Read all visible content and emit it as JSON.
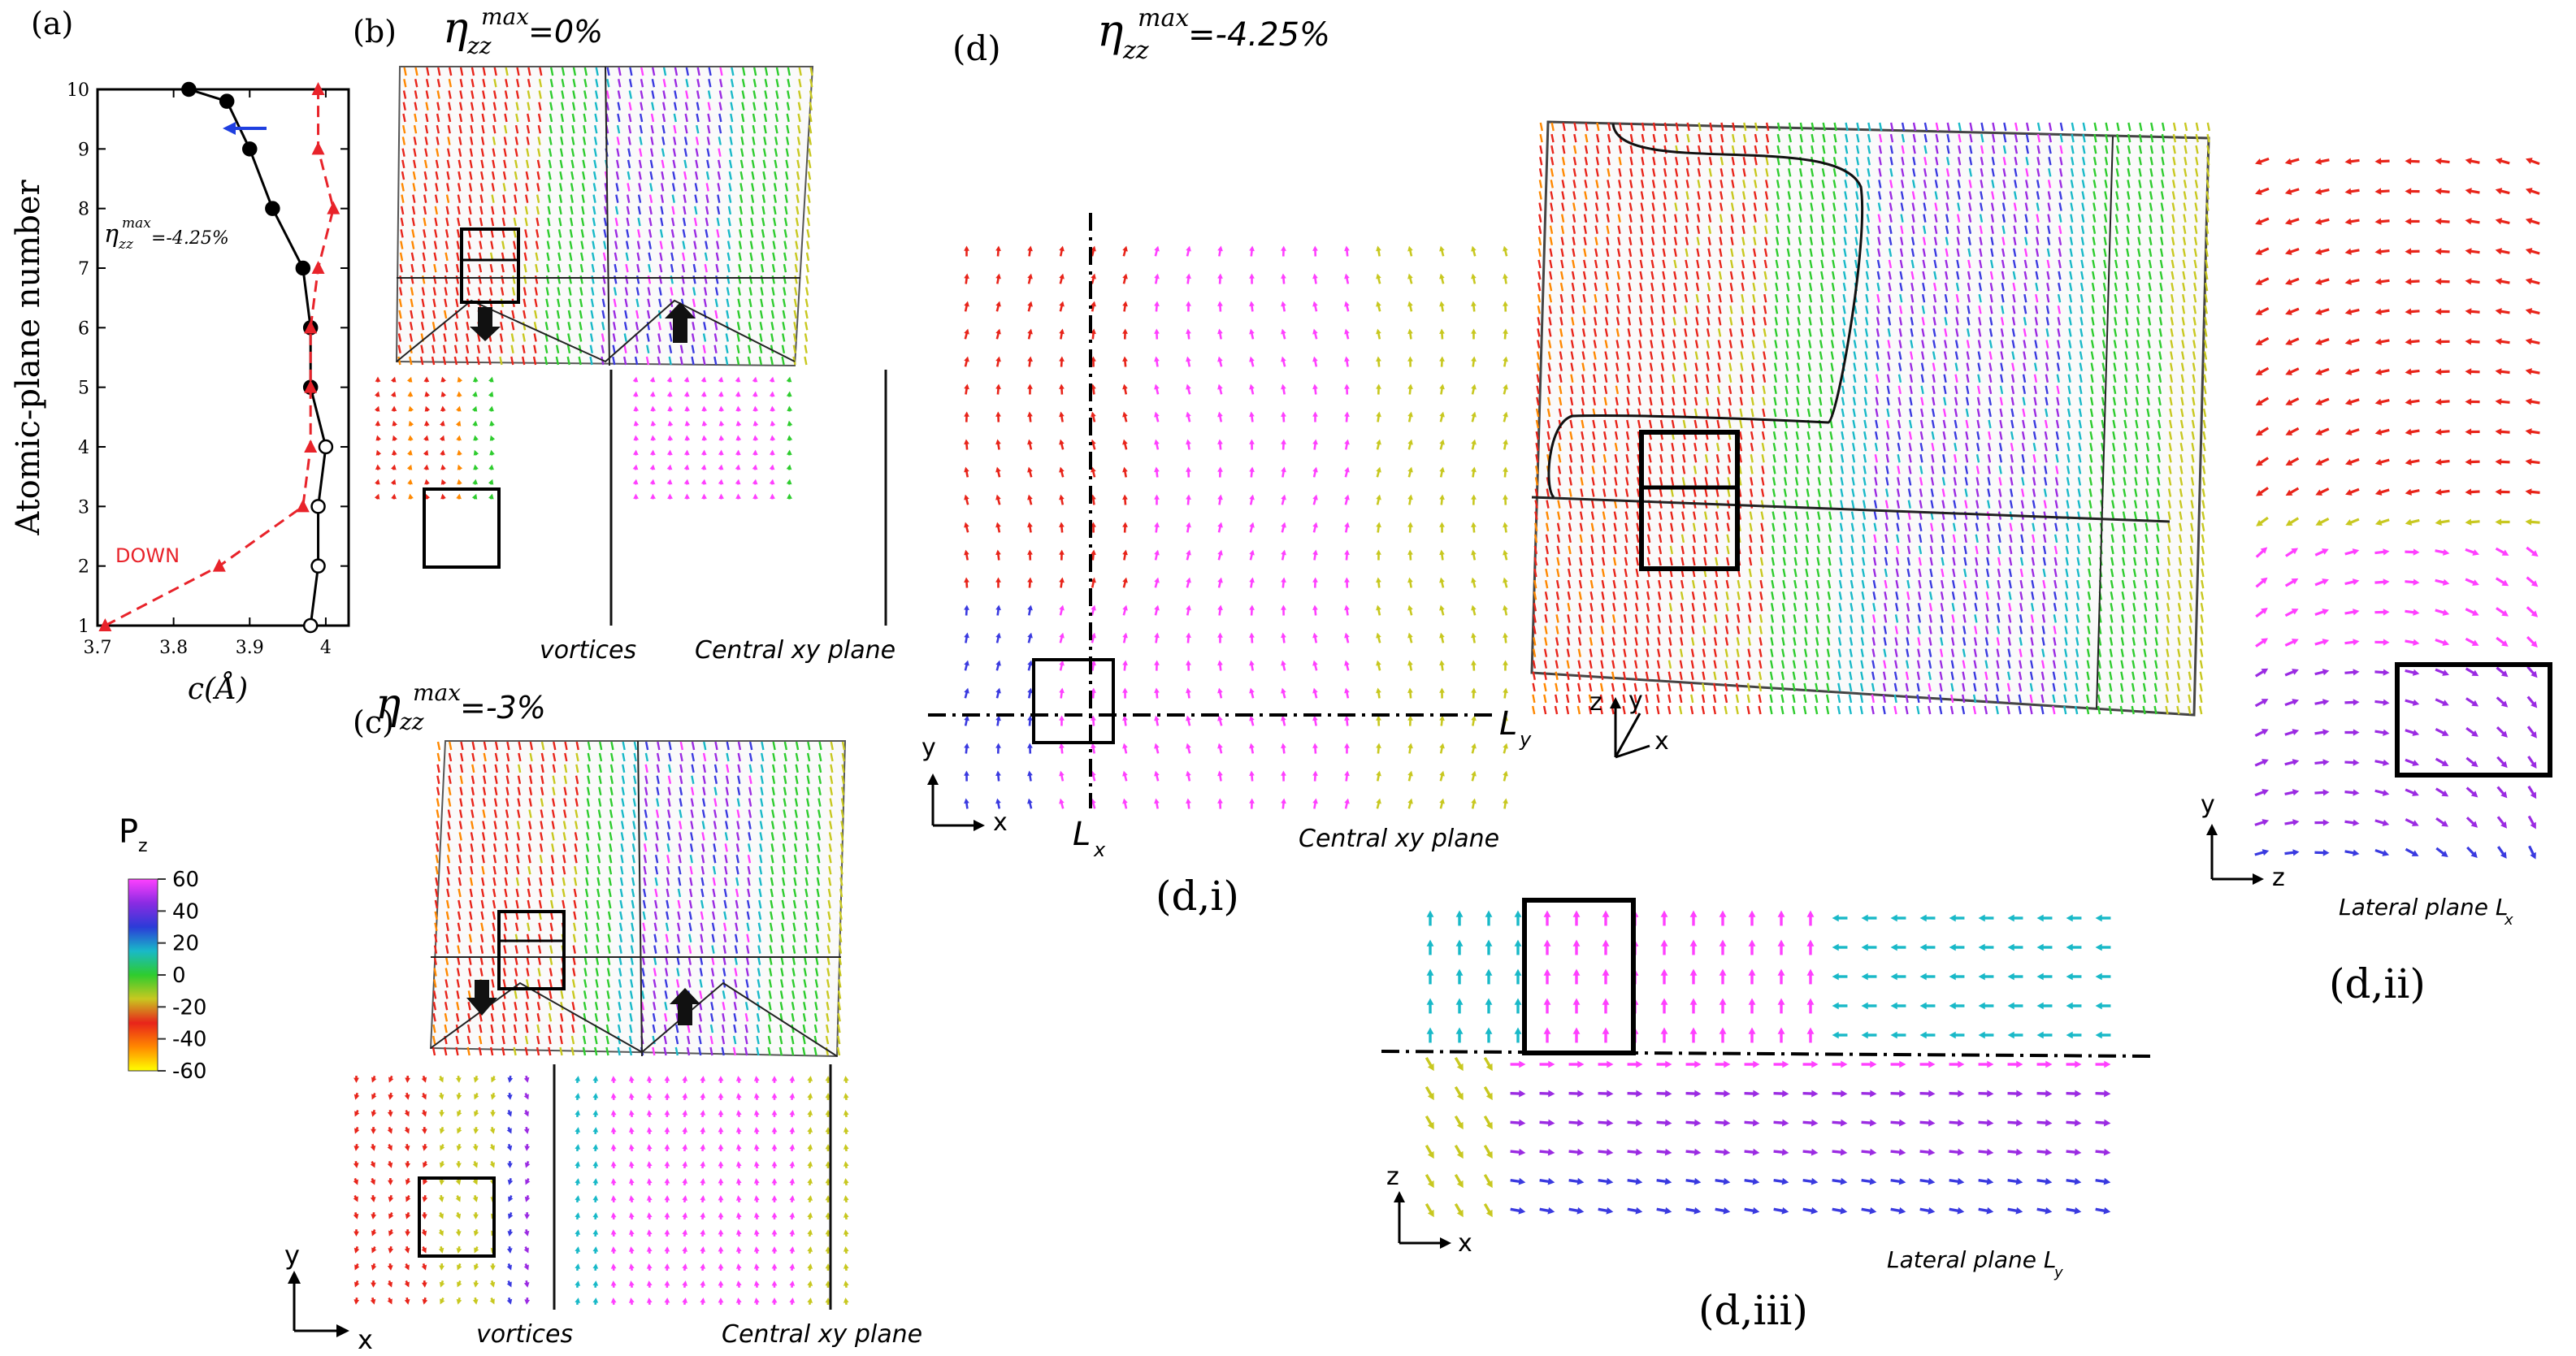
{
  "panel_labels": {
    "a": "(a)",
    "b": "(b)",
    "c": "(c)",
    "d": "(d)",
    "di": "(d,i)",
    "dii": "(d,ii)",
    "diii": "(d,iii)"
  },
  "strain_labels": {
    "b": {
      "symbol": "η",
      "sub": "zz",
      "sup": "max",
      "value": "=0%"
    },
    "c": {
      "symbol": "η",
      "sub": "zz",
      "sup": "max",
      "value": "=-3%"
    },
    "d": {
      "symbol": "η",
      "sub": "zz",
      "sup": "max",
      "value": "=-4.25%"
    }
  },
  "panel_a": {
    "ylabel": "Atomic-plane number",
    "xlabel": "c(Å)",
    "annotation": {
      "symbol": "η",
      "sub": "zz",
      "sup": "max",
      "value": "=-4.25%"
    },
    "down_label": "DOWN",
    "colors": {
      "black_series": "#000000",
      "red_series": "#e8232a",
      "arrow": "#1f3fe0"
    }
  },
  "chart_data": {
    "type": "line",
    "xlabel": "c(Å)",
    "ylabel": "Atomic-plane number",
    "xlim": [
      3.7,
      4.03
    ],
    "ylim": [
      1,
      10
    ],
    "xticks": [
      "3.7",
      "3.8",
      "3.9",
      "4"
    ],
    "yticks": [
      "1",
      "2",
      "3",
      "4",
      "5",
      "6",
      "7",
      "8",
      "9",
      "10"
    ],
    "series": [
      {
        "style": "black-solid",
        "color": "#000000",
        "x": [
          3.98,
          3.99,
          3.99,
          4.0,
          3.98,
          3.98,
          3.97,
          3.93,
          3.9,
          3.87,
          3.82
        ],
        "y": [
          1,
          2,
          3,
          4,
          5,
          6,
          7,
          8,
          9,
          9.8,
          10
        ]
      },
      {
        "style": "red-dashed",
        "color": "#e8232a",
        "x": [
          3.71,
          3.86,
          3.97,
          3.98,
          3.98,
          3.98,
          3.99,
          4.01,
          3.99,
          3.99
        ],
        "y": [
          1,
          2,
          3,
          4,
          5,
          6,
          7,
          8,
          9,
          10
        ]
      }
    ]
  },
  "colorbar": {
    "title": "P",
    "title_sub": "z",
    "ticks": [
      "60",
      "40",
      "20",
      "0",
      "-20",
      "-40",
      "-60"
    ],
    "colors": [
      "#ff40ff",
      "#8a2be2",
      "#2b3bd8",
      "#19b9c8",
      "#2ecc2e",
      "#c8c820",
      "#e8241a",
      "#ff8800",
      "#ffff00"
    ]
  },
  "labels": {
    "vortices": "vortices",
    "central_xy": "Central xy plane",
    "lateral_lx": "Lateral plane L",
    "lateral_lx_sub": "x",
    "lateral_ly": "Lateral plane L",
    "lateral_ly_sub": "y",
    "Lx": "L",
    "Lx_sub": "x",
    "Ly": "L",
    "Ly_sub": "y",
    "axis_x": "x",
    "axis_y": "y",
    "axis_z": "z"
  }
}
